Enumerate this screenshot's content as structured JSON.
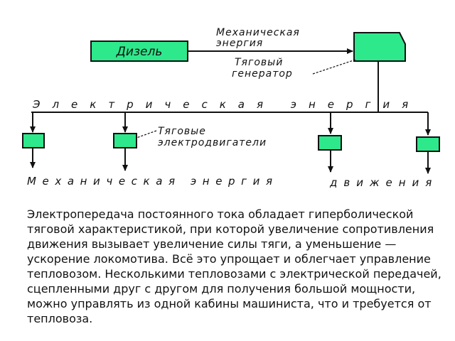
{
  "diagram": {
    "diesel_label": "Дизель",
    "mech_energy_label_line1": "Механическая",
    "mech_energy_label_line2": "энергия",
    "traction_generator_line1": "Тяговый",
    "traction_generator_line2": "генератор",
    "electric_energy_label": "Электрическая энергия",
    "traction_motors_line1": "Тяговые",
    "traction_motors_line2": "электродвигатели",
    "bottom_mech_energy_label": "Механическая энергия",
    "bottom_motion_label": "движения",
    "box_fill": "#2ee88c"
  },
  "text": {
    "paragraph": "Электропередача постоянного тока обладает гиперболической тяговой характеристикой, при которой увеличение сопротивления движения вызывает увеличение силы тяги, а уменьшение — ускорение локомотива. Всё это упрощает и облегчает управление тепловозом. Несколькими тепловозами с электрической передачей, сцепленными друг с другом для получения большой мощности, можно управлять из одной кабины машиниста, что и требуется от тепловоза."
  }
}
